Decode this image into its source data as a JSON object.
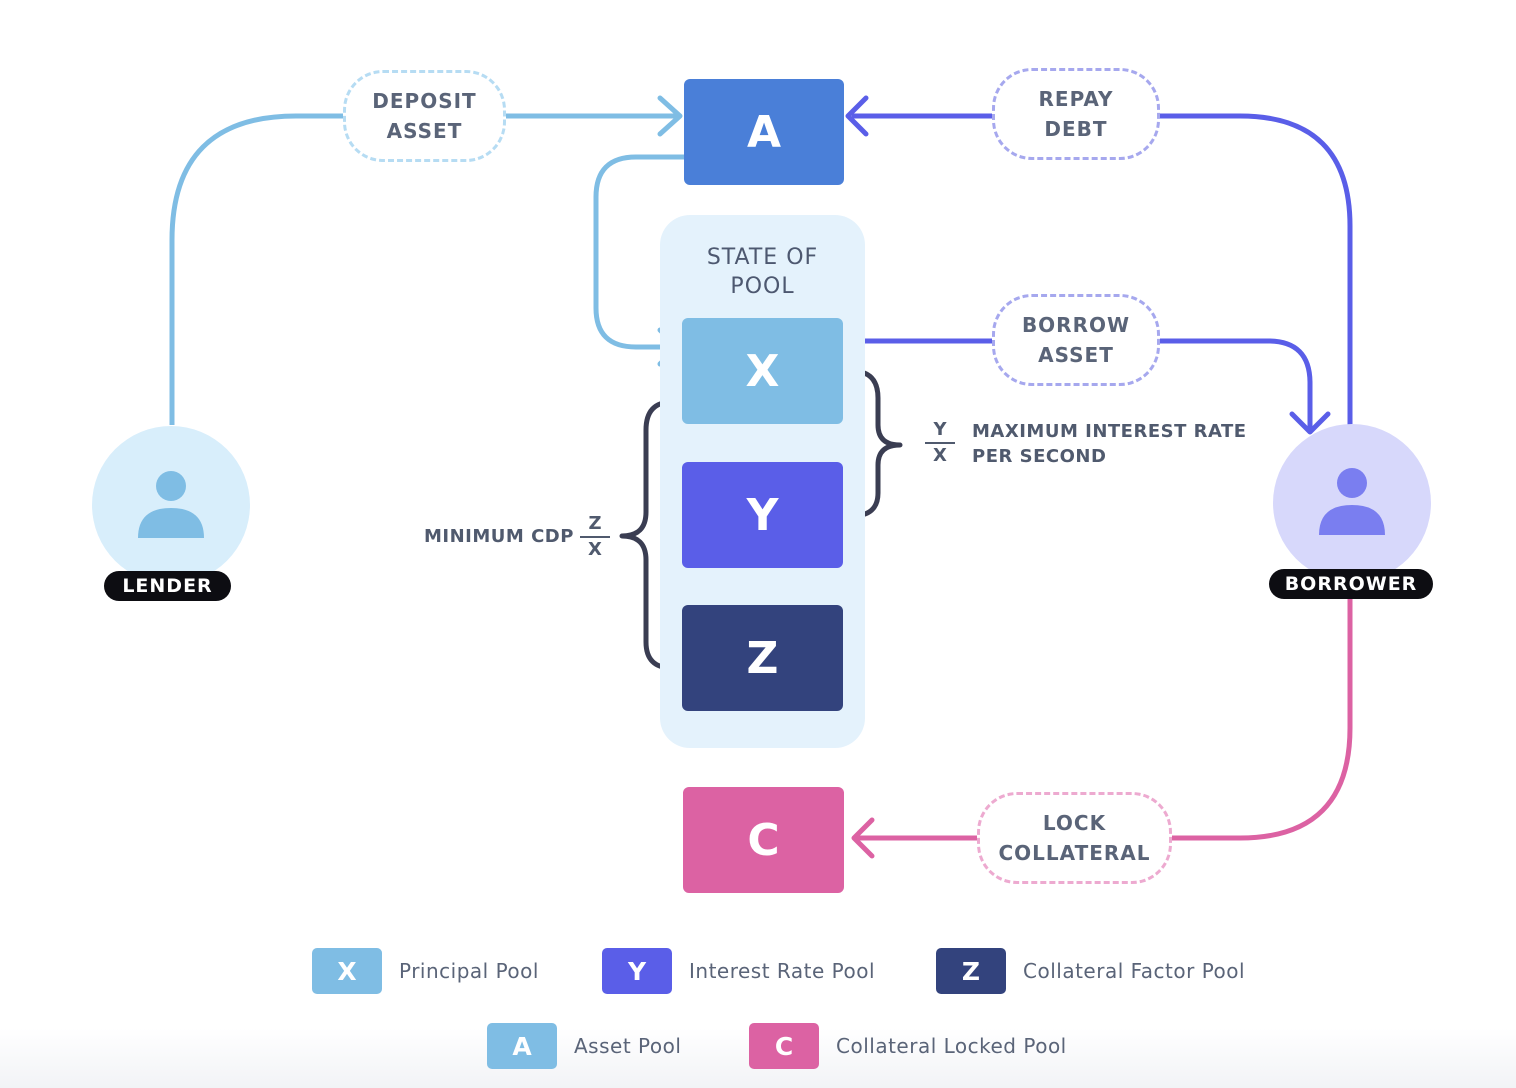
{
  "colors": {
    "lender": "#7fbde4",
    "borrower": "#5a5ee8",
    "collateral": "#dc62a3",
    "pool_bg": "#e4f2fc",
    "pool_x": "#7fbde4",
    "pool_y": "#5a5ee8",
    "pool_z": "#33437d",
    "pool_a": "#4a7fd8",
    "pool_c": "#dc62a3",
    "brace": "#3a3d52"
  },
  "pool_state": {
    "label": "STATE OF\nPOOL"
  },
  "pools": {
    "a": "A",
    "x": "X",
    "y": "Y",
    "z": "Z",
    "c": "C"
  },
  "actors": {
    "lender": {
      "label": "LENDER",
      "icon": "person-icon"
    },
    "borrower": {
      "label": "BORROWER",
      "icon": "person-icon"
    }
  },
  "actions": {
    "deposit": "DEPOSIT\nASSET",
    "repay": "REPAY\nDEBT",
    "borrow": "BORROW\nASSET",
    "lock": "LOCK\nCOLLATERAL"
  },
  "annotations": {
    "max_rate": {
      "numerator": "Y",
      "denominator": "X",
      "line1": "MAXIMUM INTEREST RATE",
      "line2": "PER SECOND"
    },
    "min_cdp": {
      "label": "MINIMUM CDP",
      "numerator": "Z",
      "denominator": "X"
    }
  },
  "legend": [
    {
      "symbol": "X",
      "label": "Principal Pool"
    },
    {
      "symbol": "Y",
      "label": "Interest Rate Pool"
    },
    {
      "symbol": "Z",
      "label": "Collateral Factor Pool"
    },
    {
      "symbol": "A",
      "label": "Asset Pool"
    },
    {
      "symbol": "C",
      "label": "Collateral Locked Pool"
    }
  ]
}
